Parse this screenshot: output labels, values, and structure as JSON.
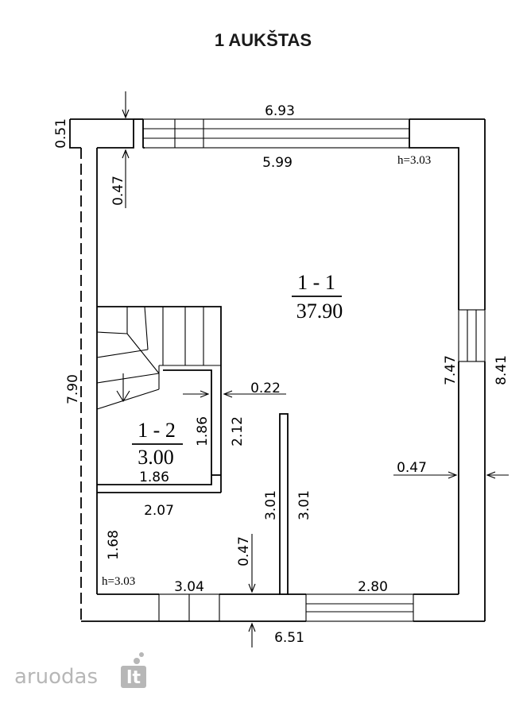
{
  "title": "1 AUKŠTAS",
  "rooms": [
    {
      "number": "1 - 1",
      "area": "37.90"
    },
    {
      "number": "1 - 2",
      "area": "3.00"
    }
  ],
  "heights": {
    "top_right": "h=3.03",
    "bottom_left": "h=3.03"
  },
  "dimensions": {
    "top_outer": "6.93",
    "top_inner": "5.99",
    "left_offset": "0.51",
    "left_wall": "0.47",
    "left_total": "7.90",
    "right_inner": "7.47",
    "right_total": "8.41",
    "partition": "0.22",
    "stair_height": "1.86",
    "stair_width": "1.86",
    "stair_side": "2.12",
    "right_wall": "0.47",
    "small_room_width": "2.07",
    "small_room_height": "1.68",
    "partition_left": "3.01",
    "partition_right": "3.01",
    "bottom_wall": "0.47",
    "bottom_left": "3.04",
    "bottom_right": "2.80",
    "bottom_total": "6.51"
  },
  "watermark": {
    "text": "aruodas",
    "badge": "lt"
  }
}
